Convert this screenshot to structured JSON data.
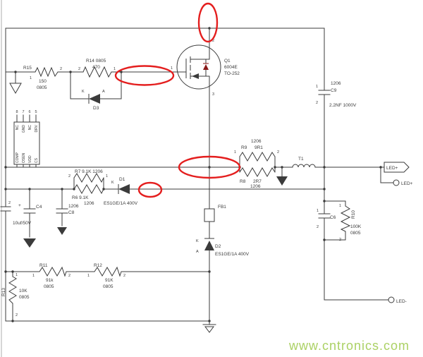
{
  "colors": {
    "wire": "#3b3b3b",
    "annotation": "#e41e1e",
    "watermark": "#abd164",
    "background": "#ffffff",
    "body_diode": "#8b1a1a"
  },
  "watermark": {
    "text": "www.cntronics.com"
  },
  "glyphs": {
    "p1": "1",
    "p2": "2",
    "p3": "3",
    "p5": "5",
    "p6": "6",
    "p7": "7",
    "p8": "8",
    "K": "K",
    "A": "A",
    "plus": "+"
  },
  "components": {
    "r15": {
      "ref": "R15",
      "value": "150",
      "pkg": "0805"
    },
    "r14": {
      "label": "R14 0805",
      "value": "470"
    },
    "d3": {
      "ref": "D3"
    },
    "q1": {
      "ref": "Q1",
      "part": "6004E",
      "pkg": "TO-252"
    },
    "c9": {
      "pkg": "1206",
      "ref": "C9",
      "value": "2.2NF 1000V"
    },
    "u1": {
      "left_labels": [
        "COMP",
        "OSEN",
        "VDD",
        "CS"
      ],
      "right_labels": [
        "NC",
        "GND",
        "NC",
        "DRV"
      ]
    },
    "r9": {
      "ref": "R9",
      "pkg": "1206",
      "value": "9R1"
    },
    "r8": {
      "ref": "R8",
      "value": "2R7",
      "pkg": "1206"
    },
    "t1": {
      "ref": "T1"
    },
    "r7": {
      "label": "R7 9.1K 1206"
    },
    "r6": {
      "label": "R6 9.1K",
      "pkg": "1206"
    },
    "d1": {
      "ref": "D1",
      "part": "ES1GE/1A 400V"
    },
    "c4": {
      "ref": "C4",
      "value": "10uf/50V"
    },
    "c8": {
      "pkg": "1206",
      "ref": "C8"
    },
    "fb1": {
      "ref": "FB1"
    },
    "d2": {
      "ref": "D2",
      "part": "ES1GE/1A 400V"
    },
    "c6": {
      "ref": "C6"
    },
    "r10": {
      "ref": "R10",
      "value": "100K",
      "pkg": "0805"
    },
    "r11": {
      "ref": "R11",
      "value": "91k",
      "pkg": "0805"
    },
    "r12": {
      "ref": "R12",
      "value": "91K",
      "pkg": "0805"
    },
    "r13": {
      "ref": "R13",
      "value": "10K",
      "pkg": "0805"
    }
  },
  "terminals": {
    "led_plus_tag": "LED+",
    "led_plus": "LED+",
    "led_minus": "LED-"
  }
}
